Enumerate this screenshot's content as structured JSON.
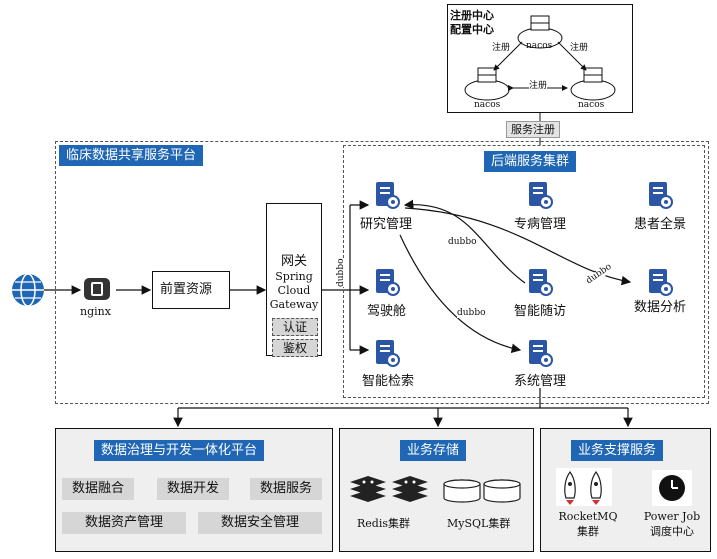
{
  "nacos_cluster": {
    "title_line1": "注册中心",
    "title_line2": "配置中心",
    "node_label": "nacos",
    "edge_label": "注册"
  },
  "service_registration_label": "服务注册",
  "platform_title": "临床数据共享服务平台",
  "nginx_label": "nginx",
  "front_resource_label": "前置资源",
  "gateway": {
    "title": "网关",
    "line1": "Spring",
    "line2": "Cloud",
    "line3": "Gateway",
    "auth_label": "认证",
    "authz_label": "鉴权"
  },
  "backend_cluster": {
    "title": "后端服务集群",
    "services": {
      "research": "研究管理",
      "specialty": "专病管理",
      "patient_view": "患者全景",
      "cockpit": "驾驶舱",
      "followup": "智能随访",
      "analysis": "数据分析",
      "search": "智能检索",
      "system": "系统管理"
    },
    "edge_label": "dubbo"
  },
  "governance": {
    "title": "数据治理与开发一体化平台",
    "items": [
      "数据融合",
      "数据开发",
      "数据服务",
      "数据资产管理",
      "数据安全管理"
    ]
  },
  "storage": {
    "title": "业务存储",
    "redis_label": "Redis集群",
    "mysql_label": "MySQL集群"
  },
  "support": {
    "title": "业务支撑服务",
    "rocketmq_line1": "RocketMQ",
    "rocketmq_line2": "集群",
    "powerjob_line1": "Power Job",
    "powerjob_line2": "调度中心"
  },
  "colors": {
    "header_blue": "#1f66b5",
    "service_icon": "#2b55a5",
    "chip_gray": "#d6d6d6"
  }
}
